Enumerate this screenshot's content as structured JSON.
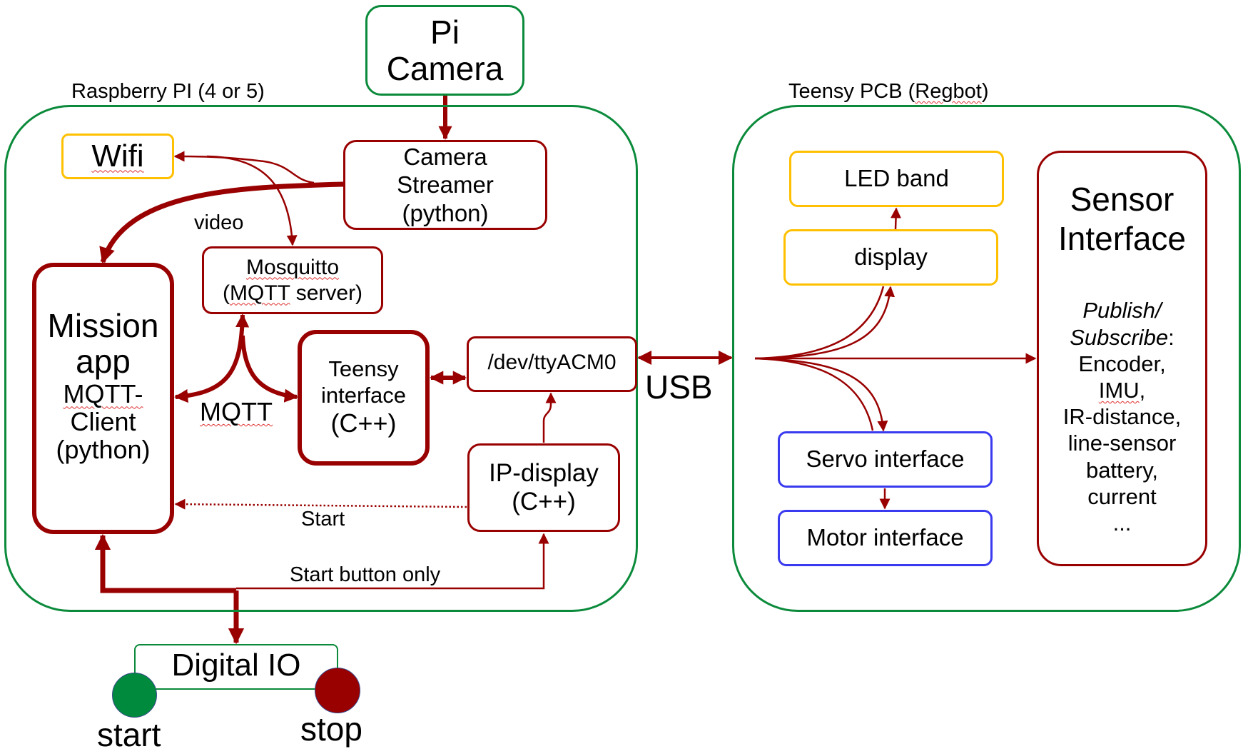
{
  "groups": {
    "raspberry": {
      "label": "Raspberry PI (4 or 5)"
    },
    "teensy": {
      "label_prefix": "Teensy PCB (",
      "label_word": "Regbot",
      "label_suffix": ")"
    }
  },
  "nodes": {
    "pi_camera": {
      "lines": [
        "Pi",
        "Camera"
      ]
    },
    "wifi": {
      "label": "Wifi"
    },
    "camera_streamer": {
      "lines": [
        "Camera",
        "Streamer",
        "(python)"
      ]
    },
    "mosquitto": {
      "line1": "Mosquitto",
      "line2_word": "MQTT",
      "line2_rest": " server)",
      "line2_prefix": "("
    },
    "mission_app": {
      "line1": "Mission",
      "line2": "app",
      "line3": "MQTT-",
      "line4": "Client",
      "line5": "(python)"
    },
    "teensy_interface": {
      "lines": [
        "Teensy",
        "interface",
        "(C++)"
      ]
    },
    "tty": {
      "label": "/dev/ttyACM0"
    },
    "ip_display": {
      "lines": [
        "IP-display",
        "(C++)"
      ]
    },
    "digital_io": {
      "label": "Digital IO"
    },
    "led_band": {
      "label": "LED band"
    },
    "display": {
      "label": "display"
    },
    "servo": {
      "label": "Servo interface"
    },
    "motor": {
      "label": "Motor interface"
    },
    "sensor": {
      "title1": "Sensor",
      "title2": "Interface",
      "pub": "Publish/",
      "sub": "Subscribe",
      "colon": ":",
      "items": [
        "Encoder,",
        "IMU",
        ",",
        "IR-distance,",
        "line-sensor",
        "battery,",
        "current",
        "..."
      ]
    }
  },
  "edge_labels": {
    "video": "video",
    "mqtt": "MQTT",
    "usb": "USB",
    "start": "Start",
    "start_button_only": "Start button only"
  },
  "buttons": {
    "start": {
      "label": "start",
      "color": "#008a3e"
    },
    "stop": {
      "label": "stop",
      "color": "#990000"
    }
  },
  "colors": {
    "arrow": "#990000",
    "group_border": "#0a8a3a",
    "io_border": "#ffc000",
    "hw_border": "#3a3af0"
  }
}
